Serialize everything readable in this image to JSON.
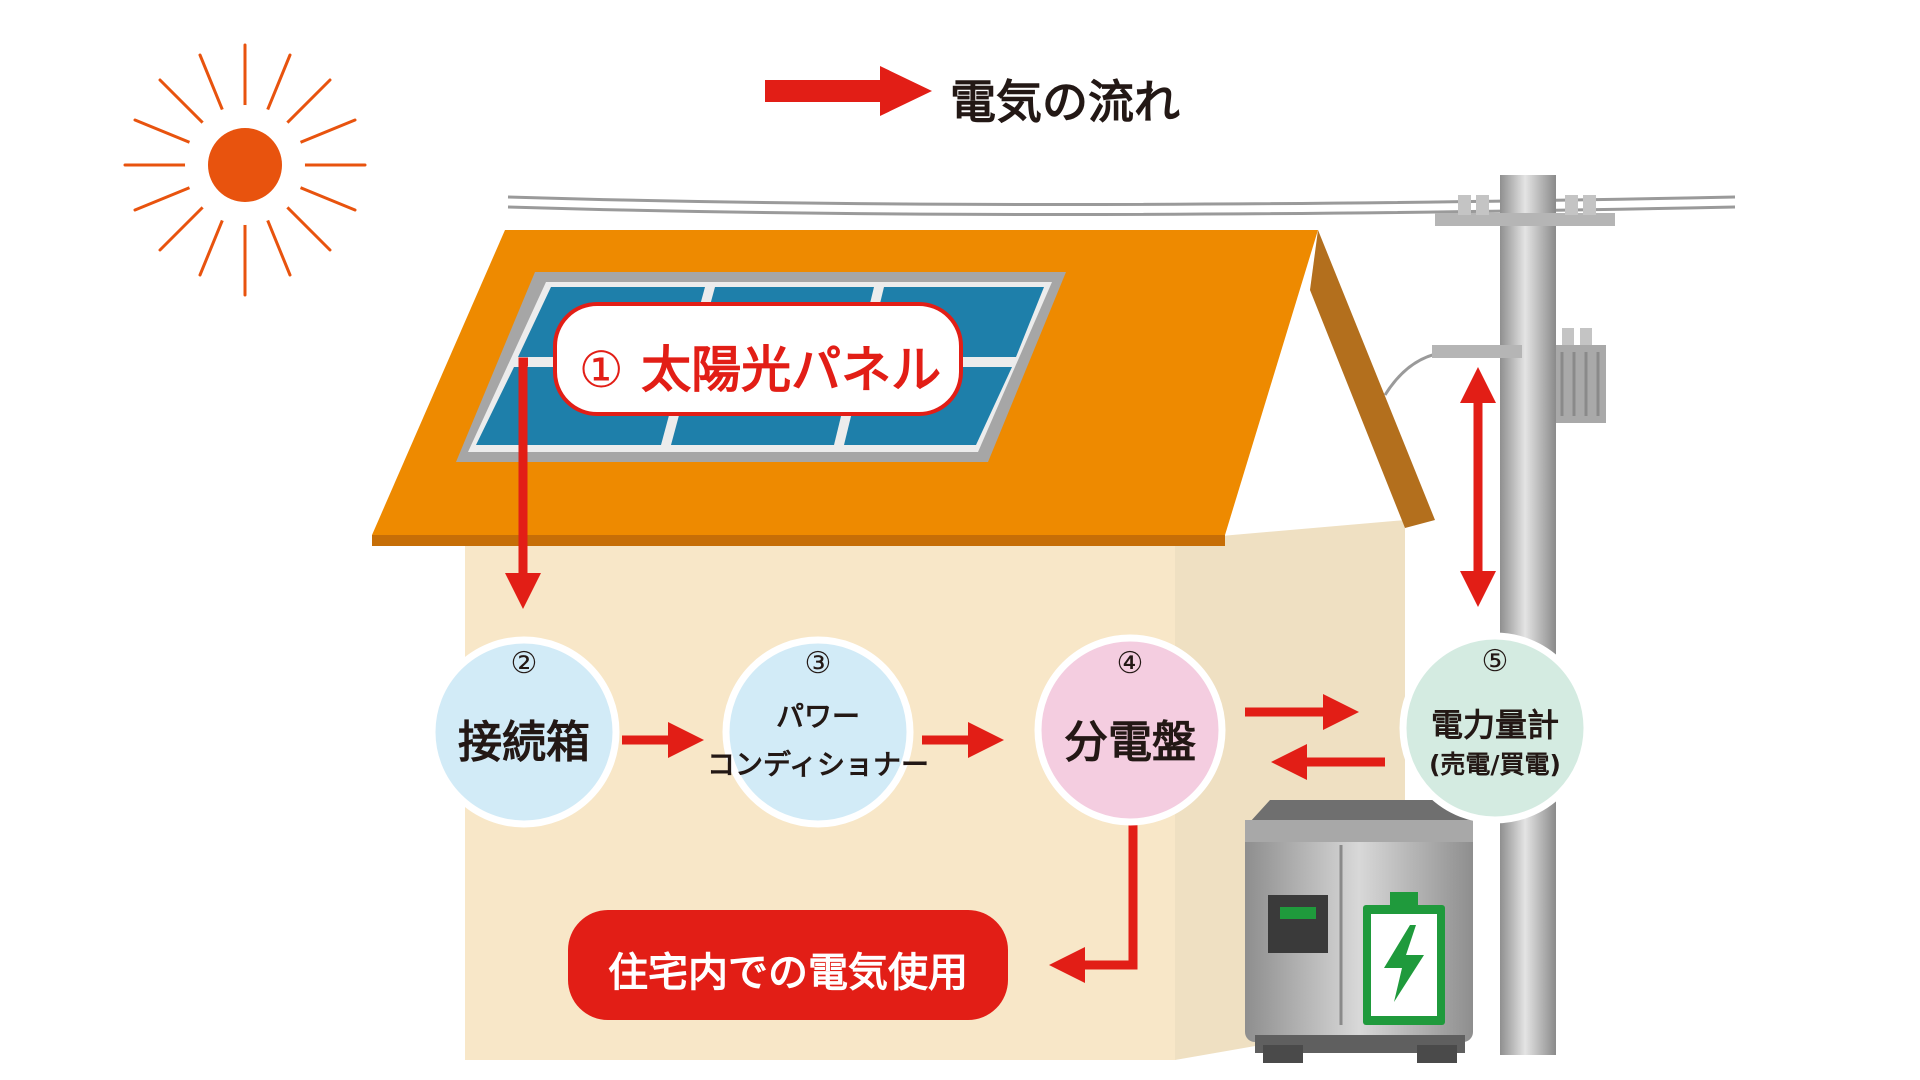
{
  "legend": {
    "label": "電気の流れ"
  },
  "nodes": {
    "panel": {
      "num": "①",
      "name": "太陽光パネル"
    },
    "junction": {
      "num": "②",
      "name": "接続箱"
    },
    "pcs": {
      "num": "③",
      "line1": "パワー",
      "line2": "コンディショナー"
    },
    "breaker": {
      "num": "④",
      "name": "分電盤"
    },
    "meter": {
      "num": "⑤",
      "line1": "電力量計",
      "line2": "(売電/買電)"
    }
  },
  "home_use": {
    "label": "住宅内での電気使用"
  },
  "colors": {
    "arrow": "#e21e16",
    "roof": "#ee8a00",
    "wall": "#f8e7c8",
    "panel": "#1e7faa",
    "sun": "#e8530e",
    "junction_circle": "#d2ebf7",
    "breaker_circle": "#f4cde0",
    "meter_circle": "#d4ebe1",
    "battery_icon": "#1f9a3c"
  }
}
